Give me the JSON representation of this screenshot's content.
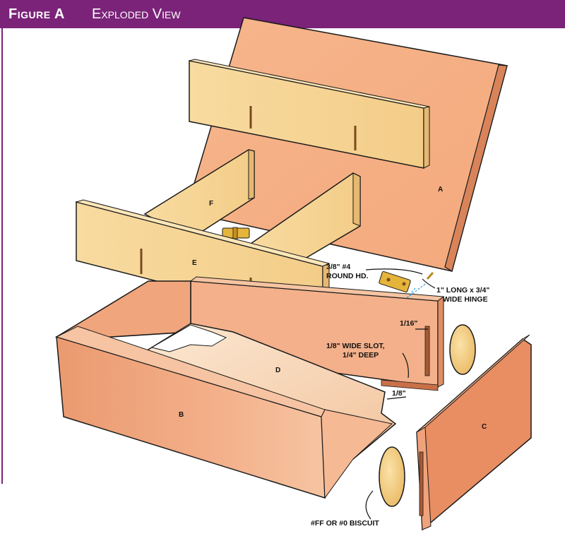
{
  "header": {
    "figure": "Figure A",
    "title": "Exploded View"
  },
  "parts": {
    "a": "A",
    "b": "B",
    "c": "C",
    "d": "D",
    "e": "E",
    "f": "F"
  },
  "callouts": {
    "screw_line1": "3/8\" #4",
    "screw_line2": "ROUND HD.",
    "hinge_line1": "1\" LONG x 3/4\"",
    "hinge_line2": "WIDE HINGE",
    "gap": "1/16\"",
    "slot_line1": "1/8\" WIDE SLOT,",
    "slot_line2": "1/4\" DEEP",
    "slot_depth": "1/8\"",
    "biscuit": "#FF OR #0 BISCUIT"
  },
  "colors": {
    "header_bg": "#7b2379",
    "wood_light": "#f2d08e",
    "wood_panel": "#f2a77a",
    "wood_box": "#ee9a72",
    "outline": "#1a1a1a"
  }
}
